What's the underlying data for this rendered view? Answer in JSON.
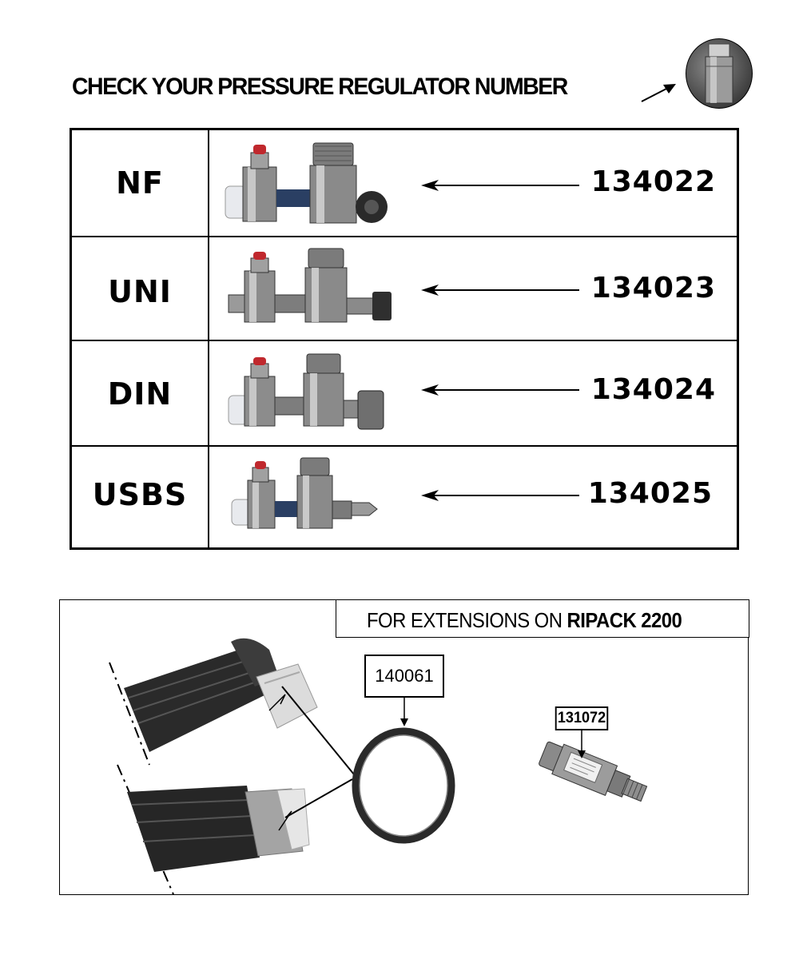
{
  "heading": {
    "text": "CHECK YOUR PRESSURE REGULATOR NUMBER",
    "arrow_icon": "arrow-up-right-icon",
    "thumbnail_icon": "regulator-nozzle-photo"
  },
  "regulators": [
    {
      "name": "NF",
      "code": "134022",
      "image": "regulator-nf-photo"
    },
    {
      "name": "UNI",
      "code": "134023",
      "image": "regulator-uni-photo"
    },
    {
      "name": "DIN",
      "code": "134024",
      "image": "regulator-din-photo"
    },
    {
      "name": "USBS",
      "code": "134025",
      "image": "regulator-usbs-photo"
    }
  ],
  "extensions": {
    "title_prefix": "FOR EXTENSIONS ON ",
    "title_bold": "RIPACK 2200",
    "oring_ref": "140061",
    "valve_ref": "131072",
    "images": [
      "hose-end-photo",
      "oring-photo",
      "check-valve-photo"
    ]
  },
  "colors": {
    "ink": "#000000",
    "steel": "#8a8a8a",
    "red_cap": "#c0282d",
    "blue_nut": "#2a3f63"
  }
}
